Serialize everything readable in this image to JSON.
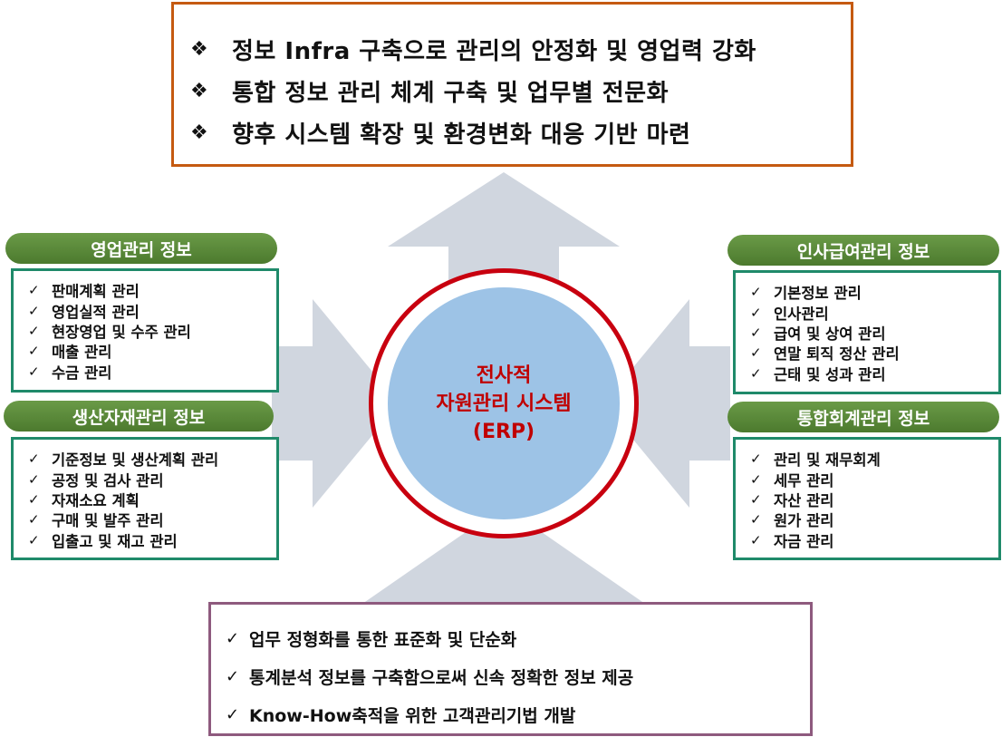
{
  "goals": {
    "bullet": "❖",
    "items": [
      "정보 Infra 구축으로 관리의 안정화 및 영업력 강화",
      "통합 정보 관리 체계 구축 및 업무별 전문화",
      "향후 시스템 확장 및 환경변화 대응 기반 마련"
    ]
  },
  "center": {
    "line1": "전사적",
    "line2": "자원관리 시스템",
    "line3": "(ERP)"
  },
  "check": "✓",
  "sales": {
    "title": "영업관리 정보",
    "items": [
      "판매계획 관리",
      "영업실적 관리",
      "현장영업 및 수주 관리",
      "매출 관리",
      "수금 관리"
    ]
  },
  "production": {
    "title": "생산자재관리 정보",
    "items": [
      "기준정보 및 생산계획 관리",
      "공정 및 검사 관리",
      "자재소요 계획",
      "구매 및 발주 관리",
      "입출고 및 재고 관리"
    ]
  },
  "hr": {
    "title": "인사급여관리 정보",
    "items": [
      "기본정보 관리",
      "인사관리",
      "급여 및 상여 관리",
      "연말 퇴직 정산 관리",
      "근태 및 성과 관리"
    ]
  },
  "accounting": {
    "title": "통합회계관리 정보",
    "items": [
      "관리 및 재무회계",
      "세무 관리",
      "자산 관리",
      "원가 관리",
      "자금 관리"
    ]
  },
  "benefits": {
    "items": [
      "업무 정형화를 통한 표준화 및 단순화",
      "통계분석 정보를 구축함으로써 신속 정확한 정보 제공",
      "Know-How축적을 위한 고객관리기법 개발"
    ]
  },
  "colors": {
    "goal_border": "#c55a11",
    "bottom_border": "#8e5a7e",
    "side_border": "#1f8a6a",
    "pill": "#5a8a3a",
    "circle_ring": "#c8000f",
    "circle_fill": "#9dc3e6",
    "center_text": "#c00000",
    "arrow": "#d0d6df"
  }
}
